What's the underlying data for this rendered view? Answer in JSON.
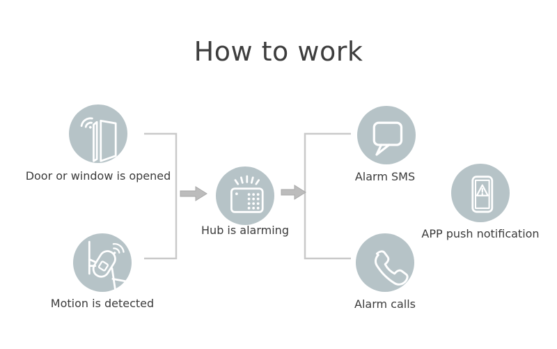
{
  "title": "How to work",
  "colors": {
    "node_circle": "#b6c3c7",
    "icon_stroke": "#ffffff",
    "connector_line": "#c9c9c9",
    "arrow_fill": "#bcbcbc",
    "text": "#3a3a3a"
  },
  "nodes": {
    "door": {
      "label": "Door or window is opened",
      "icon": "door-open-wifi-icon"
    },
    "motion": {
      "label": "Motion is detected",
      "icon": "motion-sensor-wifi-icon"
    },
    "hub": {
      "label": "Hub is alarming",
      "icon": "hub-alarm-icon"
    },
    "sms": {
      "label": "Alarm SMS",
      "icon": "speech-bubble-icon"
    },
    "app": {
      "label": "APP push notification",
      "icon": "phone-alert-icon"
    },
    "calls": {
      "label": "Alarm calls",
      "icon": "phone-handset-icon"
    }
  }
}
